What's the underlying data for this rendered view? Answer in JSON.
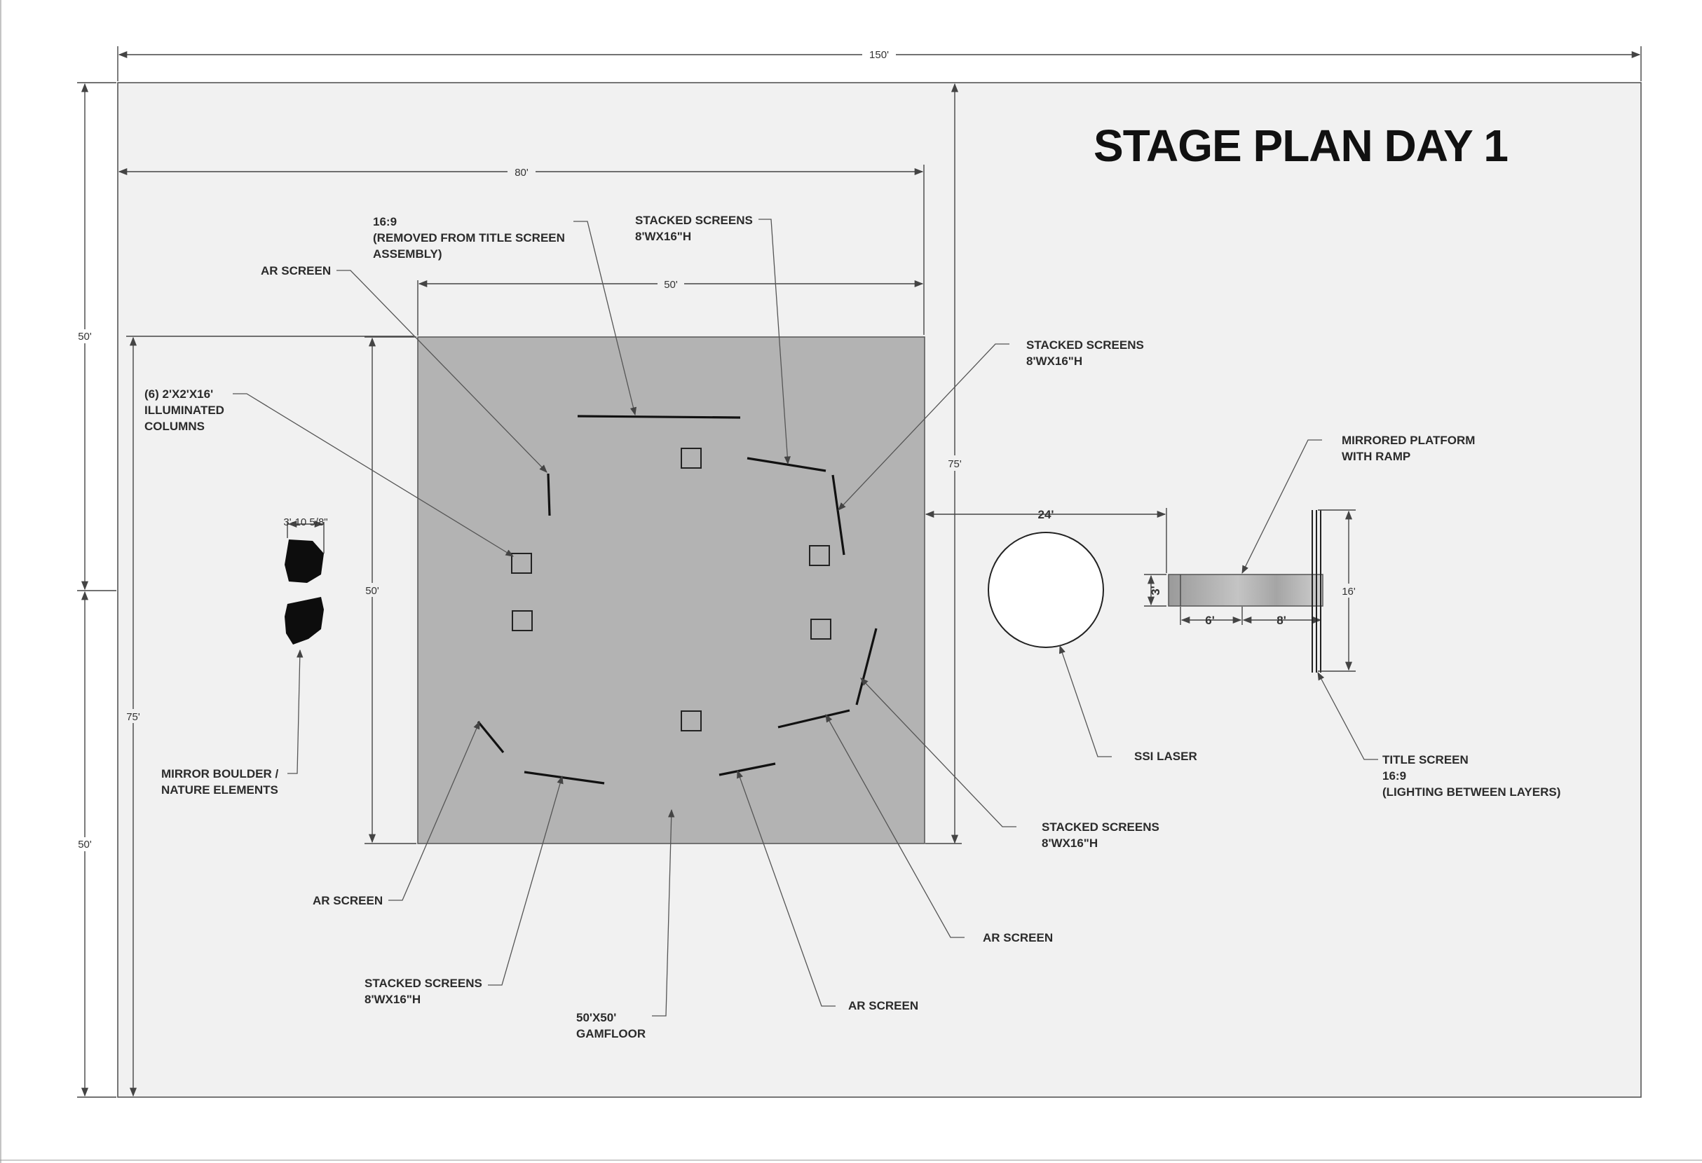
{
  "title": "STAGE PLAN DAY 1",
  "dimensions": {
    "overall_width": "150'",
    "overall_height_top": "50'",
    "overall_height_bottom": "50'",
    "left_depth": "75'",
    "zone_width": "80'",
    "floor_width": "50'",
    "floor_height": "50'",
    "zone_depth": "75'",
    "laser_offset": "24'",
    "boulder_width": "3'-10 5/8\"",
    "platform_depth": "3'",
    "platform_ramp": "6'",
    "platform_length": "8'",
    "title_screen_width": "16'"
  },
  "labels": {
    "ar_screen_top_left": "AR SCREEN",
    "ratio_screen_line1": "16:9",
    "ratio_screen_line2": "(REMOVED FROM TITLE SCREEN",
    "ratio_screen_line3": "ASSEMBLY)",
    "stacked_top_line1": "STACKED SCREENS",
    "stacked_top_line2": "8'WX16\"H",
    "stacked_right_line1": "STACKED SCREENS",
    "stacked_right_line2": "8'WX16\"H",
    "columns_line1": "(6) 2'X2'X16'",
    "columns_line2": "ILLUMINATED",
    "columns_line3": "COLUMNS",
    "mirrored_line1": "MIRRORED PLATFORM",
    "mirrored_line2": "WITH RAMP",
    "mirror_boulder_line1": "MIRROR BOULDER /",
    "mirror_boulder_line2": "NATURE ELEMENTS",
    "ssi_laser": "SSI LASER",
    "title_screen_line1": "TITLE SCREEN",
    "title_screen_line2": "16:9",
    "title_screen_line3": "(LIGHTING BETWEEN LAYERS)",
    "stacked_lower_right_line1": "STACKED SCREENS",
    "stacked_lower_right_line2": "8'WX16\"H",
    "ar_screen_bottom_left": "AR SCREEN",
    "ar_screen_right": "AR SCREEN",
    "stacked_bottom_left_line1": "STACKED SCREENS",
    "stacked_bottom_left_line2": "8'WX16\"H",
    "gamfloor_line1": "50'X50'",
    "gamfloor_line2": "GAMFLOOR",
    "ar_screen_bottom": "AR SCREEN"
  },
  "colors": {
    "sheet": "#f1f1f1",
    "floor": "#b3b3b3",
    "ink": "#222222"
  }
}
